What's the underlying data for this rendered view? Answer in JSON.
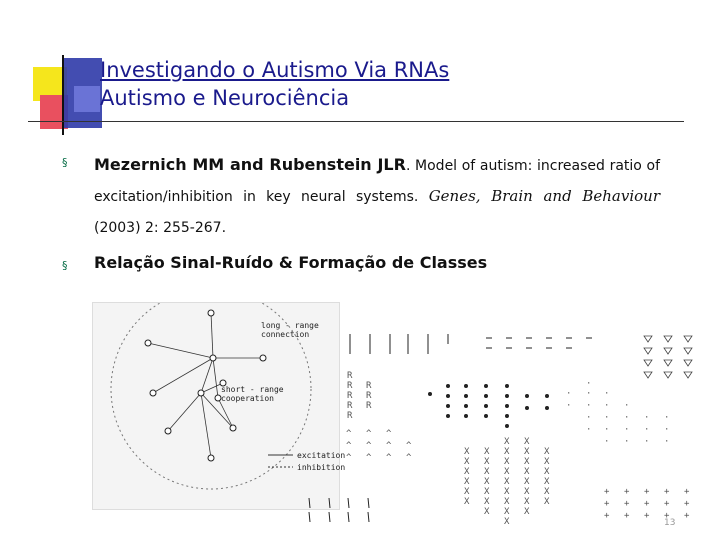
{
  "title": {
    "line1": "Investigando o Autismo Via RNAs",
    "line2": "Autismo e Neurociência"
  },
  "bullets": {
    "marker": "§"
  },
  "reference": {
    "authors": "Mezernich MM and Rubenstein JLR",
    "text_a": ". Model of autism: increased ratio of excitation/inhibition in key neural systems. ",
    "journal": "Genes, Brain and Behaviour",
    "text_b": " (2003) 2: 255-267."
  },
  "bullet2": {
    "text": "Relação Sinal-Ruído & Formação de Classes"
  },
  "figure": {
    "label_long_range": "long - range\nconnection",
    "label_short_range": "short - range\ncooperation",
    "legend_excitation": "excitation",
    "legend_inhibition": "inhibition"
  },
  "page_number": "13",
  "colors": {
    "title": "#1a1a8c",
    "bullet": "#0b6f49",
    "accent_yellow": "#f5e61c",
    "accent_red": "#e9505f",
    "accent_blue": "#2f3aa8"
  }
}
